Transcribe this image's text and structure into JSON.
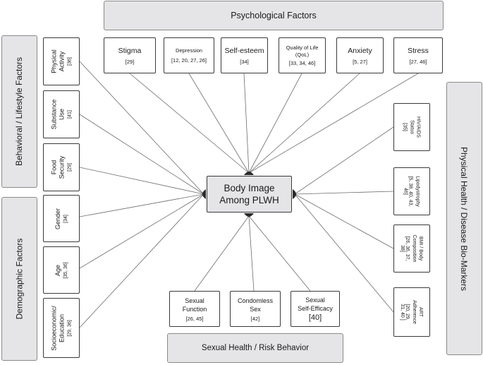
{
  "center": {
    "line1": "Body Image",
    "line2": "Among PLWH"
  },
  "categories": {
    "psychological": "Psychological Factors",
    "behavioral": "Behavioral / Lifestyle Factors",
    "demographic": "Demographic Factors",
    "sexual": "Sexual Health / Risk Behavior",
    "physical": "Physical Health / Disease Bio-Markers"
  },
  "top_nodes": [
    {
      "id": "stigma",
      "label": "Stigma",
      "refs": "[29]"
    },
    {
      "id": "depression",
      "label": "Depression",
      "refs": "[12, 20, 27, 26]"
    },
    {
      "id": "self-esteem",
      "label": "Self-esteem",
      "refs": "[34]"
    },
    {
      "id": "qol",
      "label1": "Quality of Life",
      "label2": "(QoL)",
      "refs": "[33, 34, 46]"
    },
    {
      "id": "anxiety",
      "label": "Anxiety",
      "refs": "[5, 27]"
    },
    {
      "id": "stress",
      "label": "Stress",
      "refs": "[27, 46]"
    }
  ],
  "left_nodes": [
    {
      "id": "physical-activity",
      "label1": "Physical",
      "label2": "Activity",
      "refs": "[36]"
    },
    {
      "id": "substance-use",
      "label1": "Substance",
      "label2": "Use",
      "refs": "[41]"
    },
    {
      "id": "food-security",
      "label1": "Food",
      "label2": "Security",
      "refs": "[29]"
    },
    {
      "id": "gender",
      "label": "Gender",
      "refs": "[34]"
    },
    {
      "id": "age",
      "label": "Age",
      "refs": "[35, 36]"
    },
    {
      "id": "socioeconomic",
      "label1": "Socioeconomic/",
      "label2": "Education",
      "refs": "[29, 36]"
    }
  ],
  "right_nodes": [
    {
      "id": "hiv-status",
      "label1": "HIV/AIDS",
      "label2": "Status",
      "refs": "[35]"
    },
    {
      "id": "lipodystrophy",
      "label": "Lipodystrophy",
      "refs1": "[5, 38, 40, 43,",
      "refs2": "46]"
    },
    {
      "id": "bmi",
      "label1": "BMI / Body",
      "label2": "Composition",
      "refs": "[26, 36, 37, 38]"
    },
    {
      "id": "art-adherence",
      "label": "ART Adherence",
      "refs": "[20, 29, 31, 40 ]"
    }
  ],
  "bottom_nodes": [
    {
      "id": "sexual-function",
      "label1": "Sexual",
      "label2": "Function",
      "refs": "[26, 45]"
    },
    {
      "id": "condomless-sex",
      "label1": "Condomless",
      "label2": "Sex",
      "refs": "[42]"
    },
    {
      "id": "sexual-self-efficacy",
      "label1": "Sexual",
      "label2": "Self-Efficacy",
      "refs": "[40]"
    }
  ]
}
